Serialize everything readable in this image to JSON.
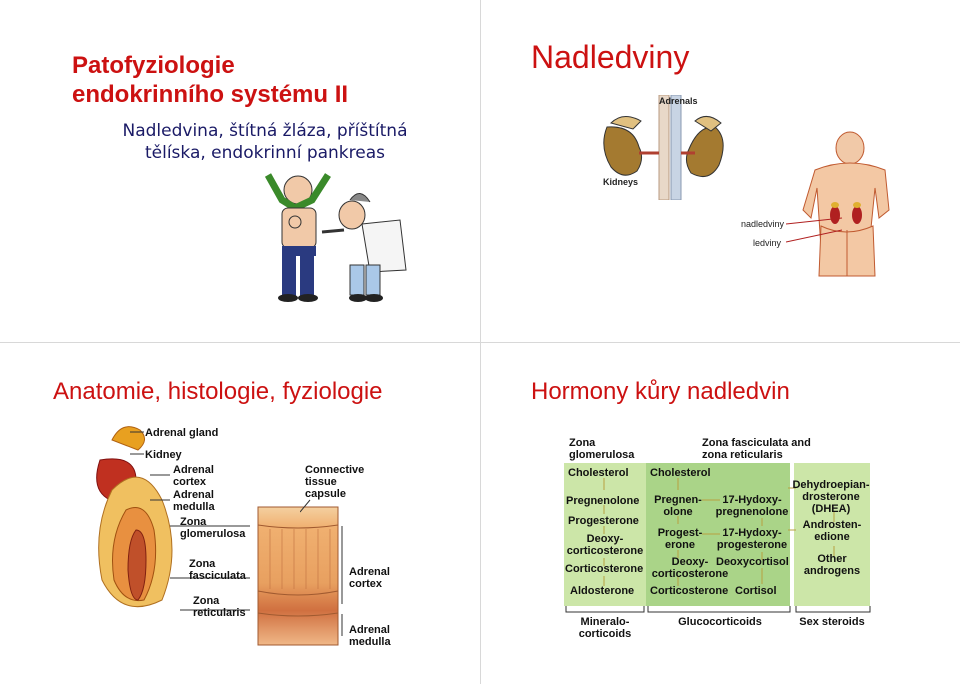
{
  "slide1": {
    "title_line1": "Patofyziologie",
    "title_line2": "endokrinního systému II",
    "subtitle_line1": "Nadledvina, štítná žláza, příštítná",
    "subtitle_line2": "tělíska, endokrinní pankreas"
  },
  "slide2": {
    "title": "Nadledviny",
    "label_adrenals": "Adrenals",
    "label_kidneys": "Kidneys",
    "label_nadledviny": "nadledviny",
    "label_ledviny": "ledviny"
  },
  "slide3": {
    "title": "Anatomie, histologie, fyziologie",
    "label_adrenal_gland": "Adrenal gland",
    "label_kidney": "Kidney",
    "label_adrenal_cortex": "Adrenal\ncortex",
    "label_adrenal_medulla": "Adrenal\nmedulla",
    "label_zona_glomerulosa": "Zona\nglomerulosa",
    "label_zona_fasciculata": "Zona\nfasciculata",
    "label_zona_reticularis": "Zona\nreticularis",
    "label_connective": "Connective\ntissue\ncapsule",
    "label_adrenal_cortex2": "Adrenal\ncortex",
    "label_adrenal_medulla2": "Adrenal\nmedulla"
  },
  "slide4": {
    "title": "Hormony kůry nadledvin",
    "header_glomerulosa": "Zona\nglomerulosa",
    "header_fasciculata": "Zona fasciculata and\nzona reticularis",
    "col1": [
      "Cholesterol",
      "Pregnenolone",
      "Progesterone",
      "Deoxy-\ncorticosterone",
      "Corticosterone",
      "Aldosterone"
    ],
    "col2": [
      "Cholesterol",
      "Pregnen-\nolone",
      "Progest-\nerone",
      "Deoxy-\ncorticosterone",
      "Corticosterone"
    ],
    "col3": [
      "17-Hydoxy-\npregnenolone",
      "17-Hydoxy-\nprogesterone",
      "Deoxycortisol",
      "Cortisol"
    ],
    "col4": [
      "Dehydroepian-\ndrosterone\n(DHEA)",
      "Androsten-\nedione",
      "Other\nandrogens"
    ],
    "footer1": "Mineralo-\ncorticoids",
    "footer2": "Glucocorticoids",
    "footer3": "Sex steroids"
  }
}
